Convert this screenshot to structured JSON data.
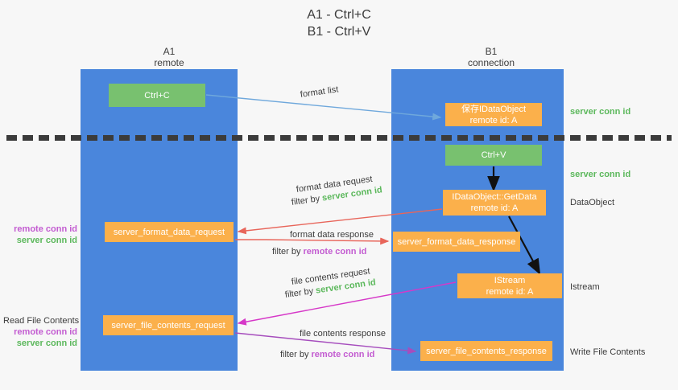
{
  "title": {
    "line1": "A1 - Ctrl+C",
    "line2": "B1 - Ctrl+V"
  },
  "columns": {
    "left": {
      "name": "A1",
      "role": "remote"
    },
    "right": {
      "name": "B1",
      "role": "connection"
    }
  },
  "colors": {
    "lane": "#4a86dc",
    "green_node": "#78c16f",
    "orange_node": "#fbb04b",
    "server_conn_id": "#5cb85c",
    "remote_conn_id": "#c35cd1",
    "arrow_blue": "#6fa8dc",
    "arrow_red": "#e8655a",
    "arrow_magenta": "#d638c8",
    "arrow_purple": "#a64dbd",
    "arrow_black": "#000000",
    "background": "#f7f7f7",
    "divider": "#3b3b3b"
  },
  "nodes": {
    "ctrl_c": {
      "label": "Ctrl+C"
    },
    "idataobject": {
      "line1": "保存IDataObject",
      "line2": "remote id: A"
    },
    "ctrl_v": {
      "label": "Ctrl+V"
    },
    "getdata": {
      "line1": "IDataObject::GetData",
      "line2": "remote id: A"
    },
    "server_format_data_request": {
      "label": "server_format_data_request"
    },
    "server_format_data_response": {
      "label": "server_format_data_response"
    },
    "istream": {
      "line1": "IStream",
      "line2": "remote id: A"
    },
    "server_file_contents_request": {
      "label": "server_file_contents_request"
    },
    "server_file_contents_response": {
      "label": "server_file_contents_response"
    }
  },
  "side_labels": {
    "server_conn_id_top": "server conn id",
    "server_conn_id_mid": "server conn id",
    "dataobject": "DataObject",
    "istream": "Istream",
    "write_file_contents": "Write File Contents"
  },
  "left_labels": {
    "group1": {
      "remote": "remote conn id",
      "server": "server conn id"
    },
    "group2": {
      "heading": "Read File Contents",
      "remote": "remote conn id",
      "server": "server conn id"
    }
  },
  "edges": [
    {
      "id": "format_list",
      "label": "format list",
      "filter_prefix": "",
      "filter_target": "",
      "color": "#6fa8dc"
    },
    {
      "id": "format_data_request",
      "label": "format data request",
      "filter_prefix": "filter by ",
      "filter_target": "server conn id",
      "color": "#e8655a"
    },
    {
      "id": "format_data_response",
      "label": "format data response",
      "filter_prefix": "filter by ",
      "filter_target": "remote conn id",
      "color": "#e8655a"
    },
    {
      "id": "file_contents_request",
      "label": "file contents request",
      "filter_prefix": "filter by ",
      "filter_target": "server conn id",
      "color": "#d638c8"
    },
    {
      "id": "file_contents_response",
      "label": "file contents response",
      "filter_prefix": "filter by ",
      "filter_target": "remote conn id",
      "color": "#a64dbd"
    }
  ]
}
